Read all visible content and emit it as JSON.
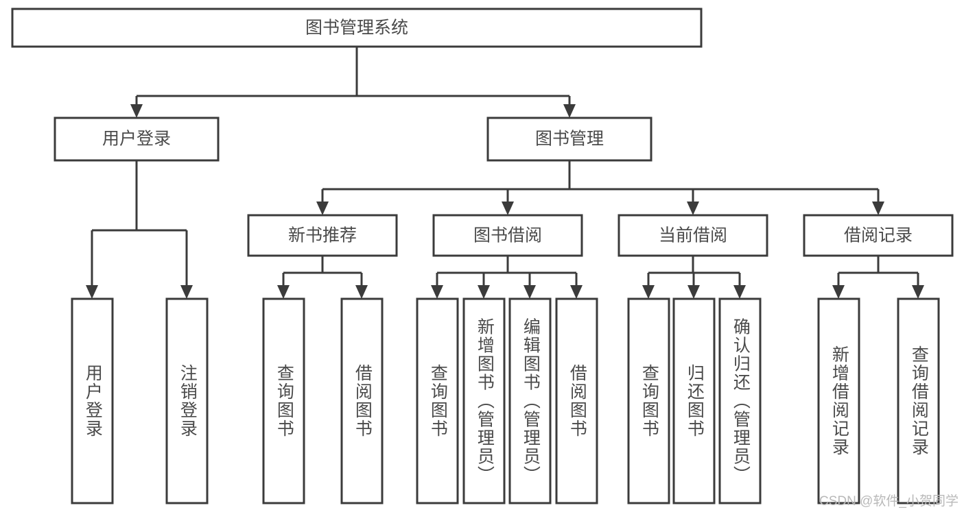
{
  "diagram": {
    "type": "tree-hierarchy-diagram",
    "title": "图书管理系统",
    "orientation": "top-down",
    "colors": {
      "box_fill": "#ffffff",
      "box_stroke": "#3b3b3b",
      "connector": "#3b3b3b",
      "text": "#4a4a4a",
      "background": "#ffffff",
      "watermark": "#b9b9b9"
    },
    "levels": {
      "root": {
        "label": "图书管理系统"
      },
      "level1": [
        {
          "label": "用户登录"
        },
        {
          "label": "图书管理"
        }
      ],
      "level2": [
        {
          "label": "新书推荐"
        },
        {
          "label": "图书借阅"
        },
        {
          "label": "当前借阅"
        },
        {
          "label": "借阅记录"
        }
      ],
      "leaves": {
        "user_login": [
          {
            "label": "用户登录"
          },
          {
            "label": "注销登录"
          }
        ],
        "new_book_recommend": [
          {
            "label": "查询图书"
          },
          {
            "label": "借阅图书"
          }
        ],
        "book_borrow": [
          {
            "label": "查询图书"
          },
          {
            "label": "新增图书（管理员）"
          },
          {
            "label": "编辑图书（管理员）"
          },
          {
            "label": "借阅图书"
          }
        ],
        "current_borrow": [
          {
            "label": "查询图书"
          },
          {
            "label": "归还图书"
          },
          {
            "label": "确认归还（管理员）"
          }
        ],
        "borrow_record": [
          {
            "label": "新增借阅记录"
          },
          {
            "label": "查询借阅记录"
          }
        ]
      }
    }
  },
  "watermark": {
    "text": "CSDN @软件_小贺同学"
  }
}
